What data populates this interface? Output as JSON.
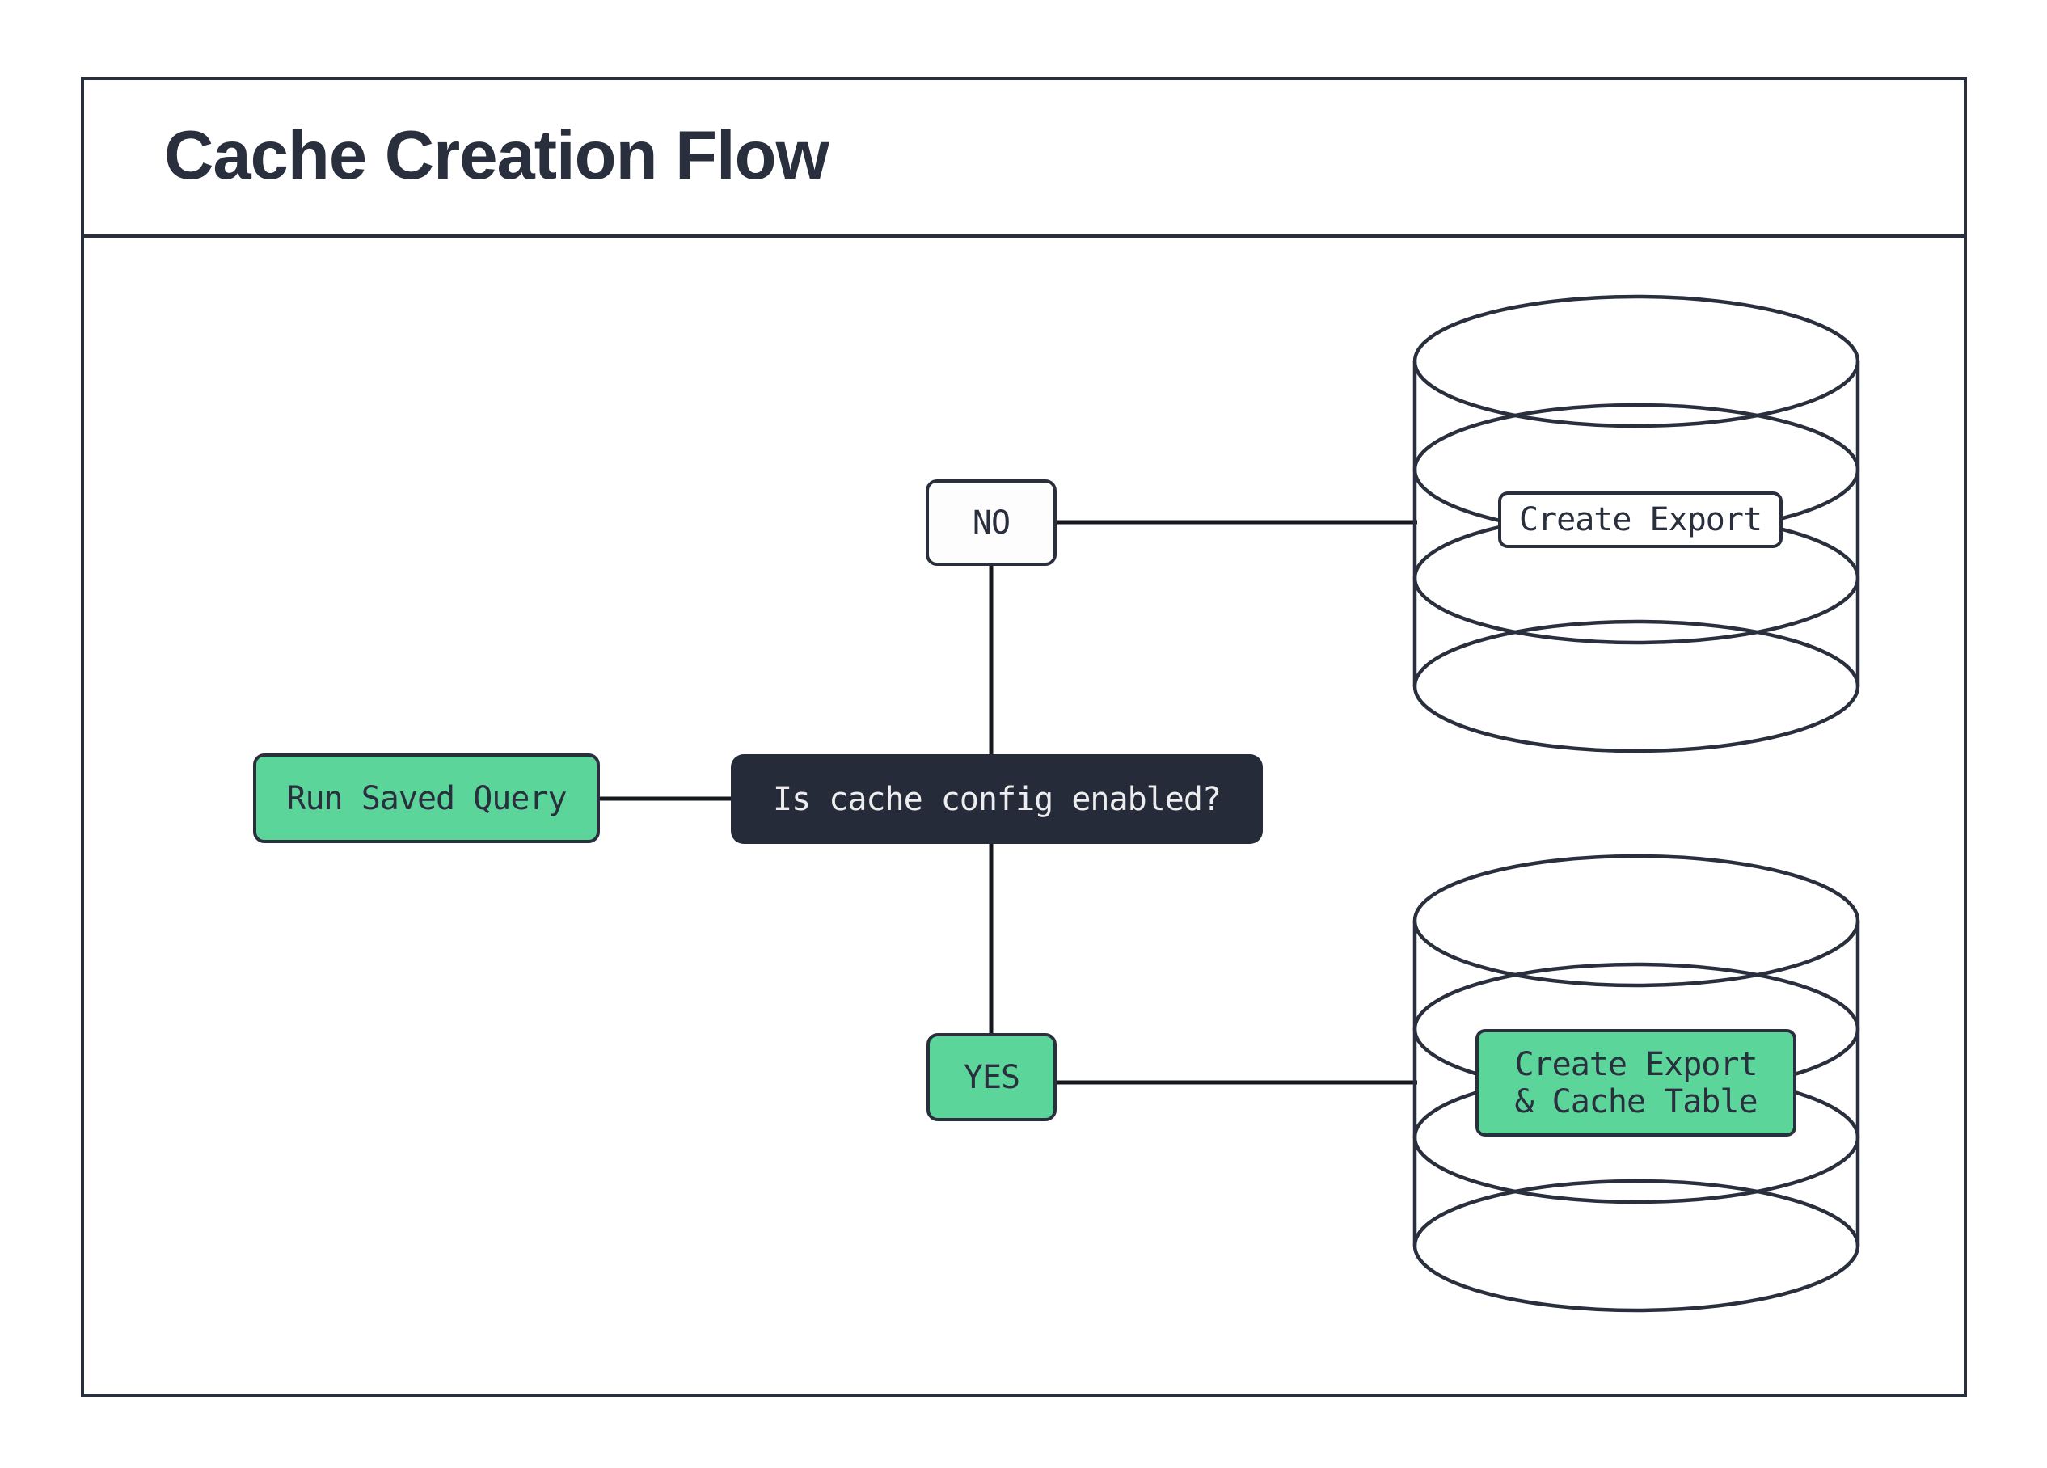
{
  "title": "Cache Creation Flow",
  "diagram": {
    "nodes": {
      "run_saved_query": "Run Saved Query",
      "question": "Is cache config enabled?",
      "no_branch": "NO",
      "yes_branch": "YES",
      "export_db_label": "Create Export",
      "export_cache_db_label_line1": "Create Export",
      "export_cache_db_label_line2": "& Cache Table"
    },
    "colors": {
      "accent_green": "#5CD59B",
      "outline_navy": "#2A2F3E",
      "question_node_bg": "#262B3A",
      "question_node_text": "#EDEDEF",
      "connector_black": "#15181F",
      "canvas_white": "#FFFFFF"
    }
  }
}
